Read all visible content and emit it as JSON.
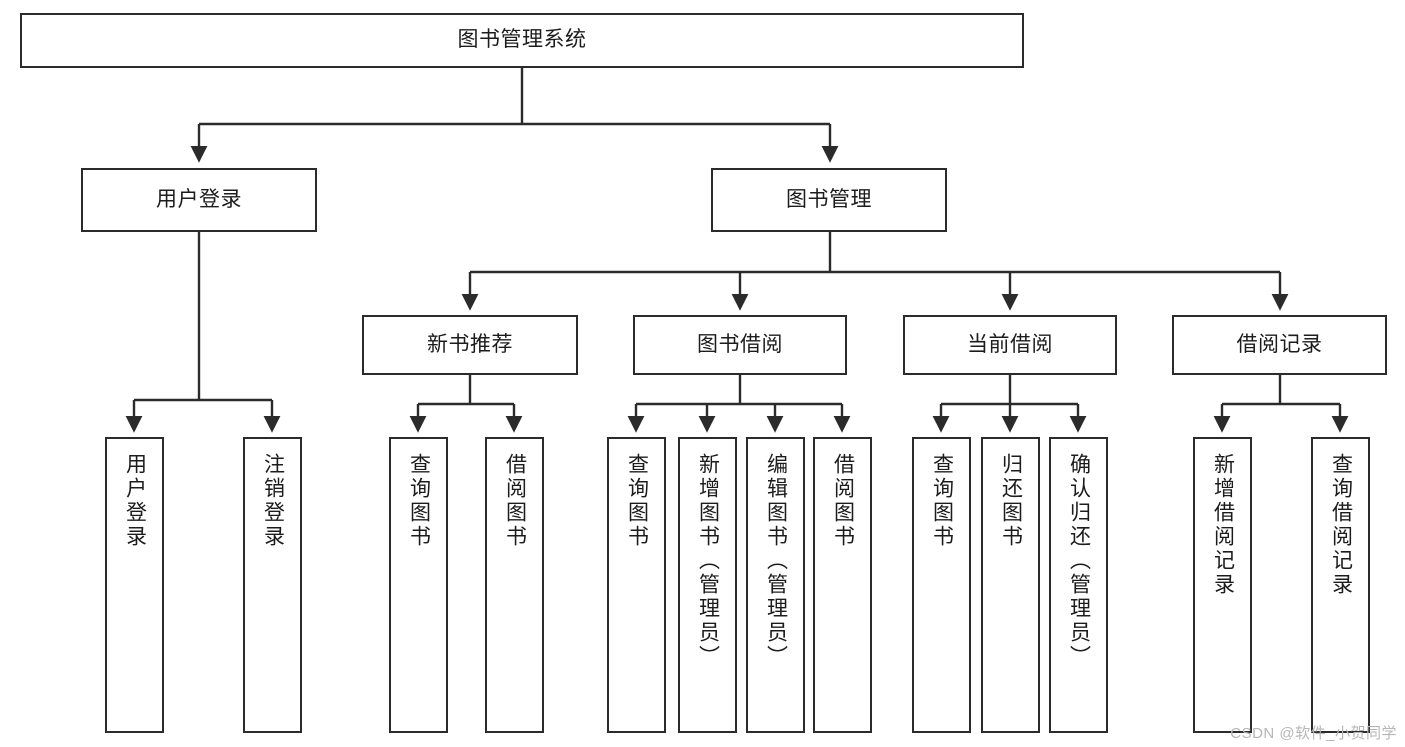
{
  "diagram": {
    "title": "图书管理系统",
    "type": "functional-structure-tree",
    "watermark": "CSDN @软件_小贺同学",
    "colors": {
      "box_border": "#2b2b2b",
      "box_fill": "#ffffff",
      "edge": "#2b2b2b",
      "text": "#1c1c1c",
      "watermark": "#b6b6b6"
    }
  },
  "nodes": {
    "root": {
      "label": "图书管理系统",
      "level": 1
    },
    "level2": [
      {
        "id": "user-login",
        "label": "用户登录"
      },
      {
        "id": "book-manage",
        "label": "图书管理"
      }
    ],
    "level3": [
      {
        "id": "new-book-recommend",
        "label": "新书推荐"
      },
      {
        "id": "book-borrow",
        "label": "图书借阅"
      },
      {
        "id": "current-borrow",
        "label": "当前借阅"
      },
      {
        "id": "borrow-record",
        "label": "借阅记录"
      }
    ],
    "leaves": {
      "user-login": [
        {
          "id": "leaf-user-login",
          "label": "用户登录"
        },
        {
          "id": "leaf-logout",
          "label": "注销登录"
        }
      ],
      "new-book-recommend": [
        {
          "id": "leaf-query-book-1",
          "label": "查询图书"
        },
        {
          "id": "leaf-borrow-book-1",
          "label": "借阅图书"
        }
      ],
      "book-borrow": [
        {
          "id": "leaf-query-book-2",
          "label": "查询图书"
        },
        {
          "id": "leaf-add-book",
          "label": "新增图书（管理员）"
        },
        {
          "id": "leaf-edit-book",
          "label": "编辑图书（管理员）"
        },
        {
          "id": "leaf-borrow-book-2",
          "label": "借阅图书"
        }
      ],
      "current-borrow": [
        {
          "id": "leaf-query-book-3",
          "label": "查询图书"
        },
        {
          "id": "leaf-return-book",
          "label": "归还图书"
        },
        {
          "id": "leaf-confirm-return",
          "label": "确认归还（管理员）"
        }
      ],
      "borrow-record": [
        {
          "id": "leaf-add-record",
          "label": "新增借阅记录"
        },
        {
          "id": "leaf-query-record",
          "label": "查询借阅记录"
        }
      ]
    }
  }
}
